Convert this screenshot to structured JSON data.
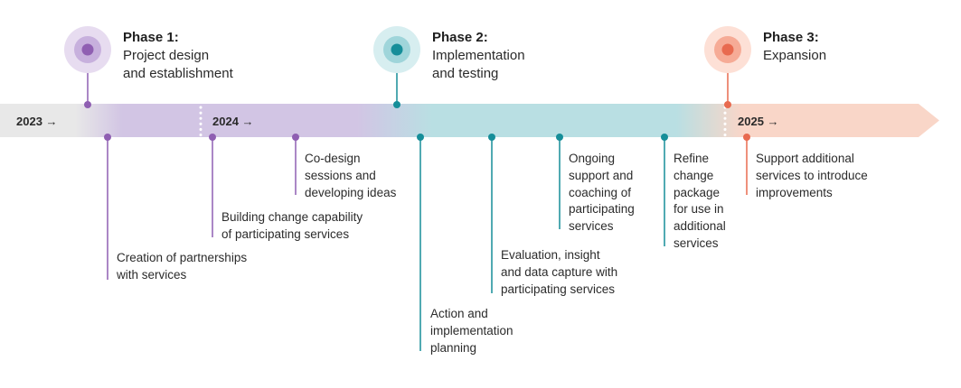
{
  "colors": {
    "phase1": "#8f5fb2",
    "phase1_ring_outer": "#e7dcf0",
    "phase1_ring_inner": "#c7b0dd",
    "phase2": "#168e99",
    "phase2_ring_outer": "#d7eef0",
    "phase2_ring_inner": "#9fd5da",
    "phase3": "#e86a4f",
    "phase3_ring_outer": "#fde0d6",
    "phase3_ring_inner": "#f6ab96",
    "band_grey": "#e8e8e8",
    "band_purple": "#d2c5e4",
    "band_teal": "#b9dfe3",
    "band_peach": "#f9d6c8"
  },
  "years": [
    {
      "label": "2023 →"
    },
    {
      "label": "2024 →"
    },
    {
      "label": "2025 →"
    }
  ],
  "phases": [
    {
      "title": "Phase 1:",
      "lines": [
        "Project design",
        "and establishment"
      ],
      "color_key": "phase1",
      "icon": "target-circle-icon"
    },
    {
      "title": "Phase 2:",
      "lines": [
        "Implementation",
        "and testing"
      ],
      "color_key": "phase2",
      "icon": "target-circle-icon"
    },
    {
      "title": "Phase 3:",
      "lines": [
        "Expansion"
      ],
      "color_key": "phase3",
      "icon": "target-circle-icon"
    }
  ],
  "milestones": [
    {
      "phase": "phase1",
      "lines": [
        "Creation of partnerships",
        "with services"
      ]
    },
    {
      "phase": "phase1",
      "lines": [
        "Building change capability",
        "of participating services"
      ]
    },
    {
      "phase": "phase1",
      "lines": [
        "Co-design",
        "sessions and",
        "developing ideas"
      ]
    },
    {
      "phase": "phase2",
      "lines": [
        "Action and",
        "implementation",
        "planning"
      ]
    },
    {
      "phase": "phase2",
      "lines": [
        "Evaluation, insight",
        "and data capture with",
        "participating services"
      ]
    },
    {
      "phase": "phase2",
      "lines": [
        "Ongoing",
        "support and",
        "coaching of",
        "participating",
        "services"
      ]
    },
    {
      "phase": "phase2",
      "lines": [
        "Refine",
        "change",
        "package",
        "for use in",
        "additional",
        "services"
      ]
    },
    {
      "phase": "phase3",
      "lines": [
        "Support additional",
        "services to introduce",
        "improvements"
      ]
    }
  ]
}
